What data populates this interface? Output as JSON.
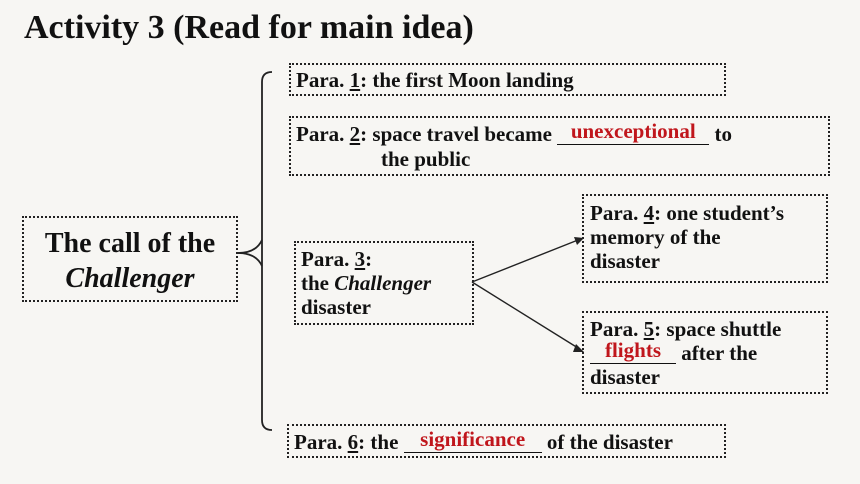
{
  "title": "Activity 3 (Read for main idea)",
  "center": {
    "line1": "The call of the",
    "line2": "Challenger"
  },
  "para1": {
    "label": "Para. ",
    "num": "1",
    "text": ": the first Moon landing"
  },
  "para2": {
    "label": "Para. ",
    "num": "2",
    "text_before": ": space travel became ",
    "answer": "unexceptional",
    "text_after": " to",
    "line2": "the  public"
  },
  "para3": {
    "label": "Para. ",
    "num": "3",
    "colon": ":",
    "the": "the ",
    "italic": "Challenger",
    "line3": "disaster"
  },
  "para4": {
    "label": "Para. ",
    "num": "4",
    "text": ": one student’s",
    "line2": "memory of the",
    "line3": "disaster"
  },
  "para5": {
    "label": "Para. ",
    "num": "5",
    "text": ": space shuttle",
    "answer": "flights",
    "text_after": " after the",
    "line3": "disaster"
  },
  "para6": {
    "label": "Para. ",
    "num": "6",
    "text_before": ": the ",
    "answer": "significance",
    "text_after": " of the disaster"
  },
  "colors": {
    "answer": "#c0161c",
    "text": "#111111"
  }
}
